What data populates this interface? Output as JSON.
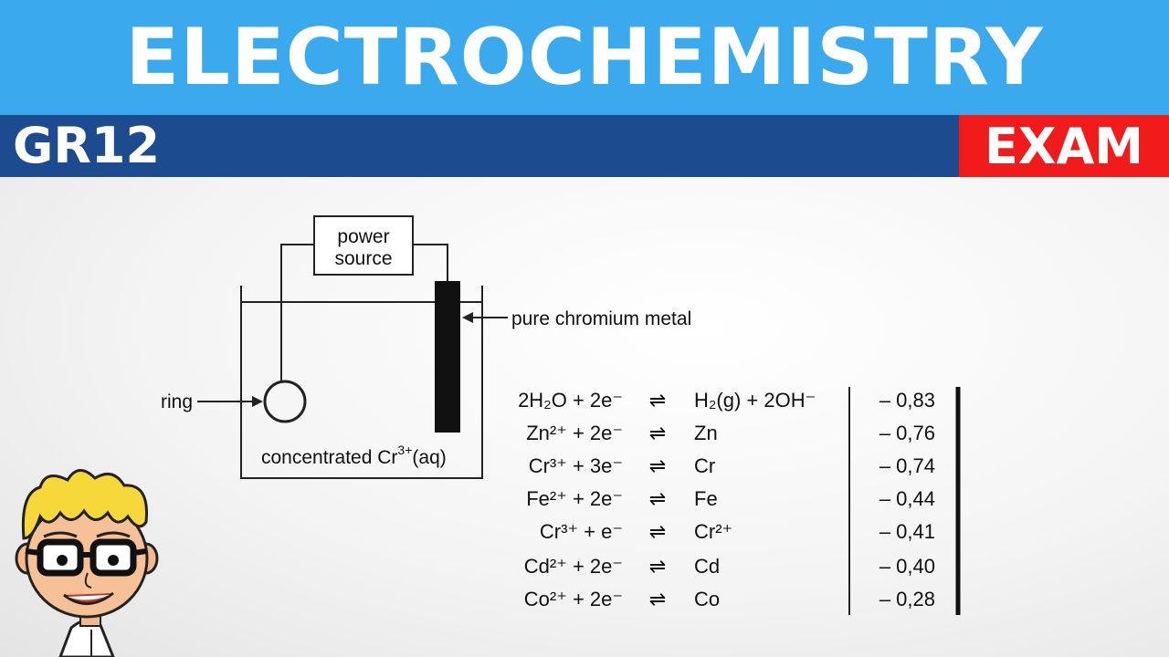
{
  "header": {
    "title": "ELECTROCHEMISTRY",
    "grade": "GR12",
    "badge": "EXAM"
  },
  "diagram": {
    "power_source_line1": "power",
    "power_source_line2": "source",
    "electrode_label": "pure chromium metal",
    "ring_label": "ring",
    "solution_label_prefix": "concentrated Cr",
    "solution_label_charge": "3+",
    "solution_label_suffix": "(aq)"
  },
  "reduction_table": {
    "arrow_symbol": "⇌",
    "rows": [
      {
        "left": "2H₂O + 2e⁻",
        "right": "H₂(g) + 2OH⁻",
        "potential": "– 0,83"
      },
      {
        "left": "Zn²⁺ + 2e⁻",
        "right": "Zn",
        "potential": "– 0,76"
      },
      {
        "left": "Cr³⁺ + 3e⁻",
        "right": "Cr",
        "potential": "– 0,74"
      },
      {
        "left": "Fe²⁺ + 2e⁻",
        "right": "Fe",
        "potential": "– 0,44"
      },
      {
        "left": "Cr³⁺ + e⁻",
        "right": "Cr²⁺",
        "potential": "– 0,41"
      },
      {
        "left": "Cd²⁺ + 2e⁻",
        "right": "Cd",
        "potential": "– 0,40"
      },
      {
        "left": "Co²⁺ + 2e⁻",
        "right": "Co",
        "potential": "– 0,28"
      }
    ]
  }
}
